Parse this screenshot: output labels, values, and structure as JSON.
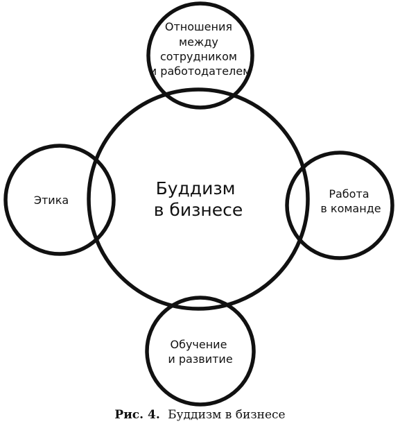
{
  "diagram": {
    "center": [
      "Буддизм",
      "в бизнесе"
    ],
    "top": [
      "Отношения",
      "между",
      "сотрудником",
      "и работодателем"
    ],
    "left": [
      "Этика"
    ],
    "right": [
      "Работа",
      "в команде"
    ],
    "bottom": [
      "Обучение",
      "и развитие"
    ]
  },
  "caption": {
    "number": "Рис. 4.",
    "text": "Буддизм в бизнесе"
  }
}
